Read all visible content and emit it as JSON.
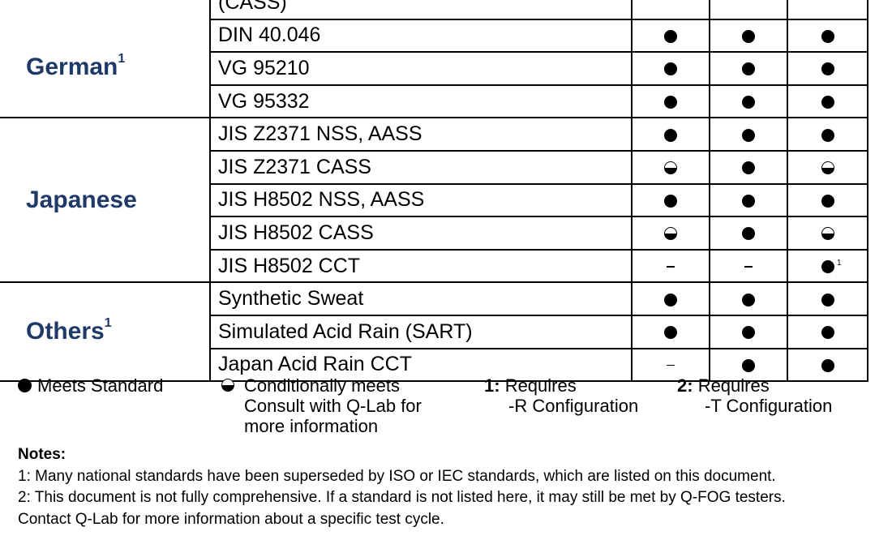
{
  "table": {
    "groups": [
      {
        "label": "German",
        "sup": "1",
        "rows": [
          {
            "standard": "(CASS)",
            "marks": [
              "",
              "",
              ""
            ]
          },
          {
            "standard": "DIN 40.046",
            "marks": [
              "full",
              "full",
              "full"
            ]
          },
          {
            "standard": "VG 95210",
            "marks": [
              "full",
              "full",
              "full"
            ]
          },
          {
            "standard": "VG 95332",
            "marks": [
              "full",
              "full",
              "full"
            ]
          }
        ]
      },
      {
        "label": "Japanese",
        "sup": "",
        "rows": [
          {
            "standard": "JIS Z2371 NSS, AASS",
            "marks": [
              "full",
              "full",
              "full"
            ]
          },
          {
            "standard": "JIS Z2371 CASS",
            "marks": [
              "half",
              "full",
              "half"
            ]
          },
          {
            "standard": "JIS H8502 NSS, AASS",
            "marks": [
              "full",
              "full",
              "full"
            ]
          },
          {
            "standard": "JIS H8502 CASS",
            "marks": [
              "half",
              "full",
              "half"
            ]
          },
          {
            "standard": "JIS H8502 CCT",
            "marks": [
              "dash",
              "dash",
              "full"
            ],
            "mark_sup": "1"
          }
        ]
      },
      {
        "label": "Others",
        "sup": "1",
        "rows": [
          {
            "standard": "Synthetic Sweat",
            "marks": [
              "full",
              "full",
              "full"
            ]
          },
          {
            "standard": "Simulated Acid Rain (SART)",
            "marks": [
              "full",
              "full",
              "full"
            ]
          },
          {
            "standard": "Japan Acid Rain CCT",
            "marks": [
              "dash",
              "full",
              "full"
            ]
          }
        ]
      }
    ]
  },
  "legend": {
    "meets": "Meets Standard",
    "conditional_line1": "Conditionally meets",
    "conditional_line2": "Consult with Q-Lab for",
    "conditional_line3": "more information",
    "req1_num": "1:",
    "req1_line1": "Requires",
    "req1_line2": "-R Configuration",
    "req2_num": "2:",
    "req2_line1": "Requires",
    "req2_line2": "-T Configuration"
  },
  "notes": {
    "heading": "Notes:",
    "note1": "1: Many national standards have been superseded by ISO or IEC standards, which are listed on this document.",
    "note2": "2: This document is not fully comprehensive. If a standard is not listed here, it may still be met by Q-FOG testers.",
    "note3": "Contact Q-Lab for more information about a specific test cycle."
  },
  "colors": {
    "category_text": "#1f3a68",
    "lines": "#000000"
  }
}
